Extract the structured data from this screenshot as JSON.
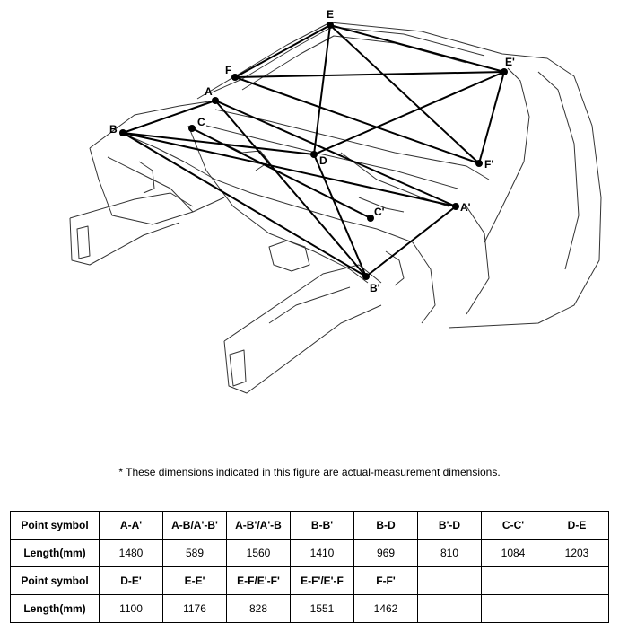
{
  "figure": {
    "points": [
      {
        "id": "pt-a",
        "label": "A"
      },
      {
        "id": "pt-b",
        "label": "B"
      },
      {
        "id": "pt-c",
        "label": "C"
      },
      {
        "id": "pt-d",
        "label": "D"
      },
      {
        "id": "pt-e",
        "label": "E"
      },
      {
        "id": "pt-f",
        "label": "F"
      },
      {
        "id": "pt-a-prime",
        "label": "A'"
      },
      {
        "id": "pt-b-prime",
        "label": "B'"
      },
      {
        "id": "pt-c-prime",
        "label": "C'"
      },
      {
        "id": "pt-e-prime",
        "label": "E'"
      },
      {
        "id": "pt-f-prime",
        "label": "F'"
      }
    ]
  },
  "note": "*  These dimensions indicated in this figure are actual-measurement dimensions.",
  "table": {
    "rows": [
      [
        "Point symbol",
        "A-A'",
        "A-B/A'-B'",
        "A-B'/A'-B",
        "B-B'",
        "B-D",
        "B'-D",
        "C-C'",
        "D-E"
      ],
      [
        "Length(mm)",
        "1480",
        "589",
        "1560",
        "1410",
        "969",
        "810",
        "1084",
        "1203"
      ],
      [
        "Point symbol",
        "D-E'",
        "E-E'",
        "E-F/E'-F'",
        "E-F'/E'-F",
        "F-F'",
        "",
        "",
        ""
      ],
      [
        "Length(mm)",
        "1100",
        "1176",
        "828",
        "1551",
        "1462",
        "",
        "",
        ""
      ]
    ]
  }
}
